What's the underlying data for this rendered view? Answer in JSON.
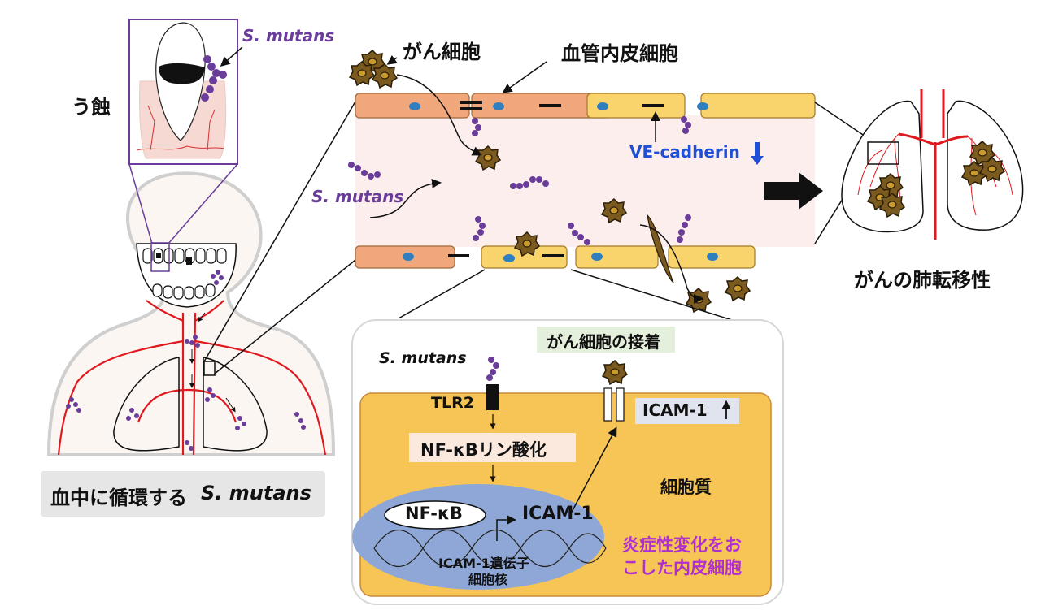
{
  "title": "S. mutans and cancer lung metastasis mechanism",
  "labels": {
    "caries": "う蝕",
    "s_mutans_tooth": "S. mutans",
    "cancer_cell": "がん細胞",
    "endothelial_cell": "血管内皮細胞",
    "ve_cadherin": "VE-cadherin",
    "s_mutans_vessel": "S. mutans",
    "lung_metastasis": "がんの肺転移性",
    "circulating_prefix": "血中に循環する",
    "circulating_species": "S. mutans",
    "inset": {
      "s_mutans": "S. mutans",
      "tlr2": "TLR2",
      "adhesion": "がん細胞の接着",
      "icam1_up": "ICAM-1",
      "nfkb_phos": "NF-κBリン酸化",
      "cytoplasm": "細胞質",
      "nfkb": "NF-κB",
      "icam1_gene_product": "ICAM-1",
      "icam1_gene": "ICAM-1遺伝子",
      "nucleus": "細胞核",
      "inflamed_line1": "炎症性変化をお",
      "inflamed_line2": "こした内皮細胞"
    }
  },
  "colors": {
    "bacteria": "#6a3d9a",
    "cancer_cell": "#7a5a1e",
    "endothelial_normal": "#f0a77c",
    "endothelial_inflamed": "#f9d36b",
    "vessel_lumen": "#fdeeee",
    "blood_vessel": "#e0191f",
    "nucleus": "#2f7fc0",
    "cell_nucleus_area": "#8fa7d6",
    "cytoplasm": "#f7c555",
    "ve_cadherin_text": "#1f4fd6",
    "inflamed_text": "#b02fd0"
  },
  "indicators": {
    "ve_cadherin_change": "down",
    "icam1_change": "up"
  }
}
